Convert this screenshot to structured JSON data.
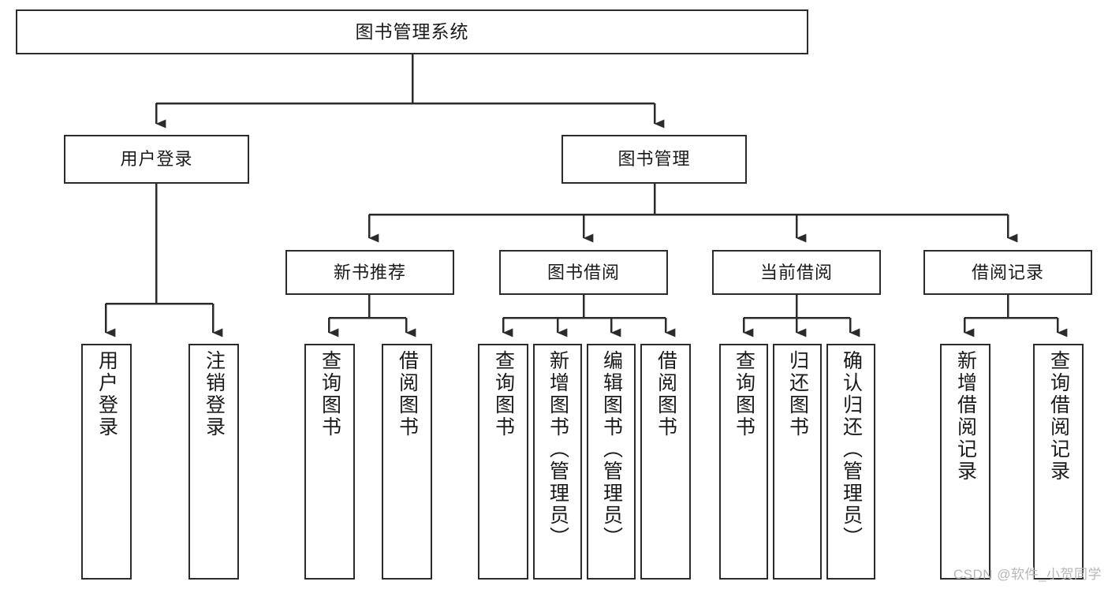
{
  "diagram": {
    "title": "图书管理系统",
    "type": "tree-hierarchy-diagram",
    "colors": {
      "box_border": "#2b2b2b",
      "box_fill": "#ffffff",
      "edge": "#2b2b2b",
      "text": "#1a1a1a",
      "watermark": "#b7b7b7"
    },
    "nodes": {
      "root": {
        "label": "图书管理系统"
      },
      "level2": [
        {
          "label": "用户登录"
        },
        {
          "label": "图书管理"
        }
      ],
      "level3": [
        {
          "label": "新书推荐"
        },
        {
          "label": "图书借阅"
        },
        {
          "label": "当前借阅"
        },
        {
          "label": "借阅记录"
        }
      ],
      "leaves": {
        "user_login": [
          {
            "label": "用户登录"
          },
          {
            "label": "注销登录"
          }
        ],
        "new_book_recommend": [
          {
            "label": "查询图书"
          },
          {
            "label": "借阅图书"
          }
        ],
        "book_borrow": [
          {
            "label": "查询图书"
          },
          {
            "label": "新增图书（管理员）"
          },
          {
            "label": "编辑图书（管理员）"
          },
          {
            "label": "借阅图书"
          }
        ],
        "current_borrow": [
          {
            "label": "查询图书"
          },
          {
            "label": "归还图书"
          },
          {
            "label": "确认归还（管理员）"
          }
        ],
        "borrow_record": [
          {
            "label": "新增借阅记录"
          },
          {
            "label": "查询借阅记录"
          }
        ]
      }
    },
    "watermark": "CSDN @软件_小贺同学"
  }
}
